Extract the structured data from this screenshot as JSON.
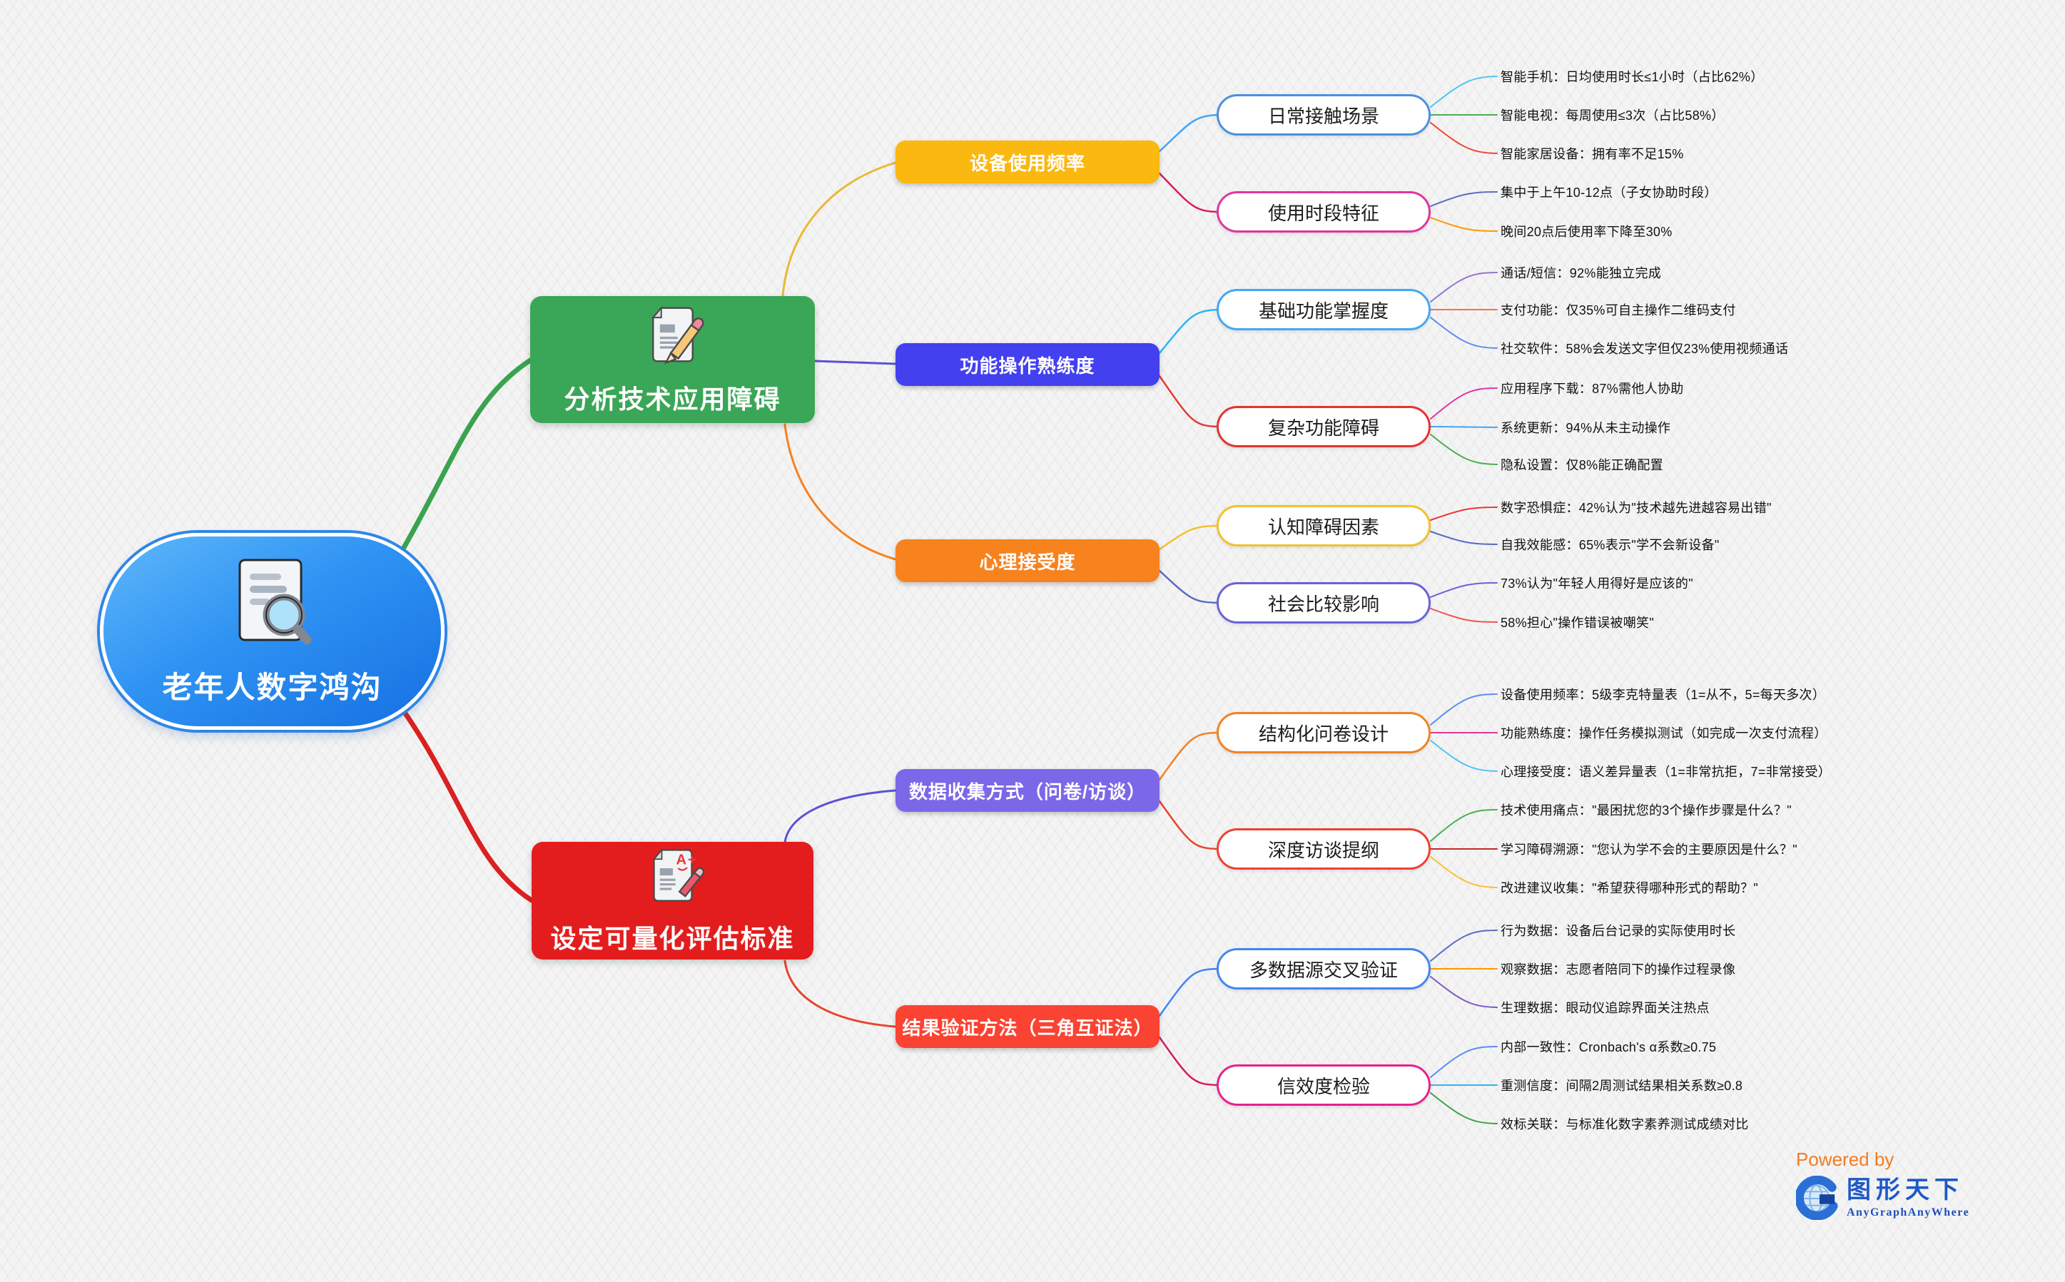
{
  "root": {
    "label": "老年人数字鸿沟"
  },
  "branches": [
    {
      "label": "分析技术应用障碍",
      "color": "#3aa657"
    },
    {
      "label": "设定可量化评估标准",
      "color": "#e31d1d"
    }
  ],
  "topics": [
    {
      "label": "设备使用频率",
      "color": "#fbb810"
    },
    {
      "label": "功能操作熟练度",
      "color": "#4340ef"
    },
    {
      "label": "心理接受度",
      "color": "#f8821e"
    },
    {
      "label": "数据收集方式（问卷/访谈）",
      "color": "#7b68e8"
    },
    {
      "label": "结果验证方法（三角互证法）",
      "color": "#fa4332"
    }
  ],
  "subtopics": [
    {
      "label": "日常接触场景",
      "border_color": "#4a90e2"
    },
    {
      "label": "使用时段特征",
      "border_color": "#e0369e"
    },
    {
      "label": "基础功能掌握度",
      "border_color": "#41a8f5"
    },
    {
      "label": "复杂功能障碍",
      "border_color": "#e33430"
    },
    {
      "label": "认知障碍因素",
      "border_color": "#f2c12e"
    },
    {
      "label": "社会比较影响",
      "border_color": "#6a62d8"
    },
    {
      "label": "结构化问卷设计",
      "border_color": "#f08324"
    },
    {
      "label": "深度访谈提纲",
      "border_color": "#f04032"
    },
    {
      "label": "多数据源交叉验证",
      "border_color": "#4187f0"
    },
    {
      "label": "信效度检验",
      "border_color": "#e8218c"
    }
  ],
  "leaves": [
    "智能手机：日均使用时长≤1小时（占比62%）",
    "智能电视：每周使用≤3次（占比58%）",
    "智能家居设备：拥有率不足15%",
    "集中于上午10-12点（子女协助时段）",
    "晚间20点后使用率下降至30%",
    "通话/短信：92%能独立完成",
    "支付功能：仅35%可自主操作二维码支付",
    "社交软件：58%会发送文字但仅23%使用视频通话",
    "应用程序下载：87%需他人协助",
    "系统更新：94%从未主动操作",
    "隐私设置：仅8%能正确配置",
    "数字恐惧症：42%认为\"技术越先进越容易出错\"",
    "自我效能感：65%表示\"学不会新设备\"",
    "73%认为\"年轻人用得好是应该的\"",
    "58%担心\"操作错误被嘲笑\"",
    "设备使用频率：5级李克特量表（1=从不，5=每天多次）",
    "功能熟练度：操作任务模拟测试（如完成一次支付流程）",
    "心理接受度：语义差异量表（1=非常抗拒，7=非常接受）",
    "技术使用痛点：\"最困扰您的3个操作步骤是什么？\"",
    "学习障碍溯源：\"您认为学不会的主要原因是什么？\"",
    "改进建议收集：\"希望获得哪种形式的帮助？\"",
    "行为数据：设备后台记录的实际使用时长",
    "观察数据：志愿者陪同下的操作过程录像",
    "生理数据：眼动仪追踪界面关注热点",
    "内部一致性：Cronbach's α系数≥0.75",
    "重测信度：间隔2周测试结果相关系数≥0.8",
    "效标关联：与标准化数字素养测试成绩对比"
  ],
  "footer": {
    "powered_by": "Powered by",
    "brand": "图形天下",
    "brand_sub": "AnyGraphAnyWhere"
  },
  "colors": {
    "root_fill": "#2f93f3",
    "edge_root_top": "#3aa34f",
    "edge_root_bottom": "#d92121",
    "background": "#f4f4f4"
  }
}
